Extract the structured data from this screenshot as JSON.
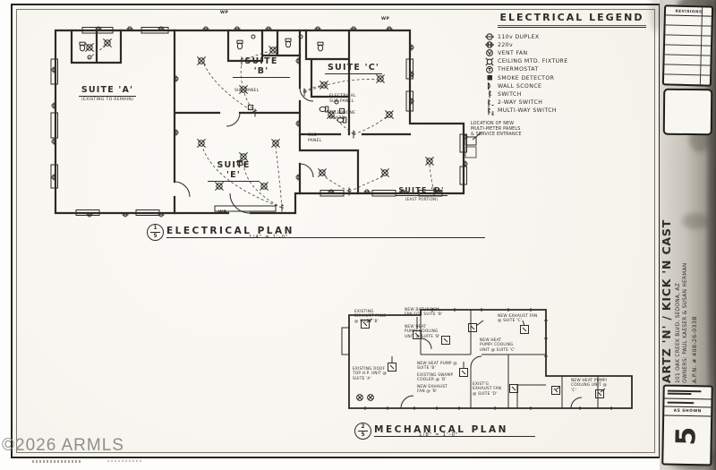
{
  "colors": {
    "ink": "#2e2c26",
    "paper": "#f8f7f2",
    "scan_edge": "#8a867e",
    "watermark_gray": "#8e8e8e"
  },
  "watermark": "©2026 ARMLS",
  "electrical_plan": {
    "title": "ELECTRICAL PLAN",
    "scale": "1/4\" = 1'-0\"",
    "detail_number": "1",
    "sheet_ref": "5",
    "suite_a": "SUITE 'A'",
    "suite_a_note": "(EXISTING TO REMAIN)",
    "suite_b": "SUITE 'B'",
    "suite_c": "SUITE 'C'",
    "suite_d": "SUITE 'D'",
    "suite_d_note": "(EAST PORTION)",
    "suite_e": "SUITE 'E'",
    "note_sub_panel": "SUB-PANEL",
    "note_elec_sub_panel": "ELECTRICAL\nSUB-PANEL",
    "note_telephone_board": "TELEPHONE\nBOARD",
    "note_sub_panel_2": "SUB\nPANEL",
    "note_meters": "LOCATION OF NEW\nMULTI-METER PANELS\n& SERVICE ENTRANCE",
    "wp": "WP"
  },
  "legend": {
    "title": "ELECTRICAL LEGEND",
    "items": [
      {
        "icon": "duplex-outlet-icon",
        "label": "110v DUPLEX"
      },
      {
        "icon": "220v-outlet-icon",
        "label": "220v"
      },
      {
        "icon": "vent-fan-icon",
        "label": "VENT FAN"
      },
      {
        "icon": "ceiling-fixture-icon",
        "label": "CEILING MTD. FIXTURE"
      },
      {
        "icon": "thermostat-icon",
        "label": "THERMOSTAT"
      },
      {
        "icon": "smoke-detector-icon",
        "label": "SMOKE DETECTOR"
      },
      {
        "icon": "wall-sconce-icon",
        "label": "WALL SCONCE"
      },
      {
        "icon": "switch-icon",
        "label": "SWITCH"
      },
      {
        "icon": "two-way-switch-icon",
        "label": "2-WAY SWITCH"
      },
      {
        "icon": "multi-way-switch-icon",
        "label": "MULTI-WAY SWITCH"
      }
    ]
  },
  "mechanical_plan": {
    "title": "MECHANICAL PLAN",
    "scale": "1/8\" = 1'-0\"",
    "detail_number": "2",
    "sheet_ref": "5",
    "notes": [
      "EXISTING EXHAUST FANS @ SUITE 'B'",
      "NEW BATHROOM FAN FOR SUITE 'B'",
      "NEW HEAT PUMP/ COOLING UNIT @ SUITE 'B'",
      "NEW EXHAUST FAN @ SUITE 'C'",
      "NEW HEAT PUMP/ COOLING UNIT @ SUITE 'C'",
      "EXISTING ROOF TOP H.P. UNIT @ SUITE 'A'",
      "NEW HEAT PUMP @ SUITE 'B'",
      "EXISTING SWAMP COOLER @ 'B'",
      "NEW EXHAUST FAN @ 'B'",
      "EXIST'G EXHAUST FAN @ SUITE 'D'",
      "NEW HEAT PUMP/ COOLING UNIT @ 'C'"
    ]
  },
  "title_block": {
    "revisions_label": "REVISIONS",
    "project_title": "ARTZ 'N' / KICK 'N CAST",
    "address": "101 OAK CREEK BLVD.    SEDONA, AZ",
    "owners": "OWNERS: PAUL KAESER & SUSAN HERMAN",
    "apn": "A.P.N. # 408-26-033B",
    "scale_value": "AS SHOWN",
    "sheet_number": "5"
  }
}
